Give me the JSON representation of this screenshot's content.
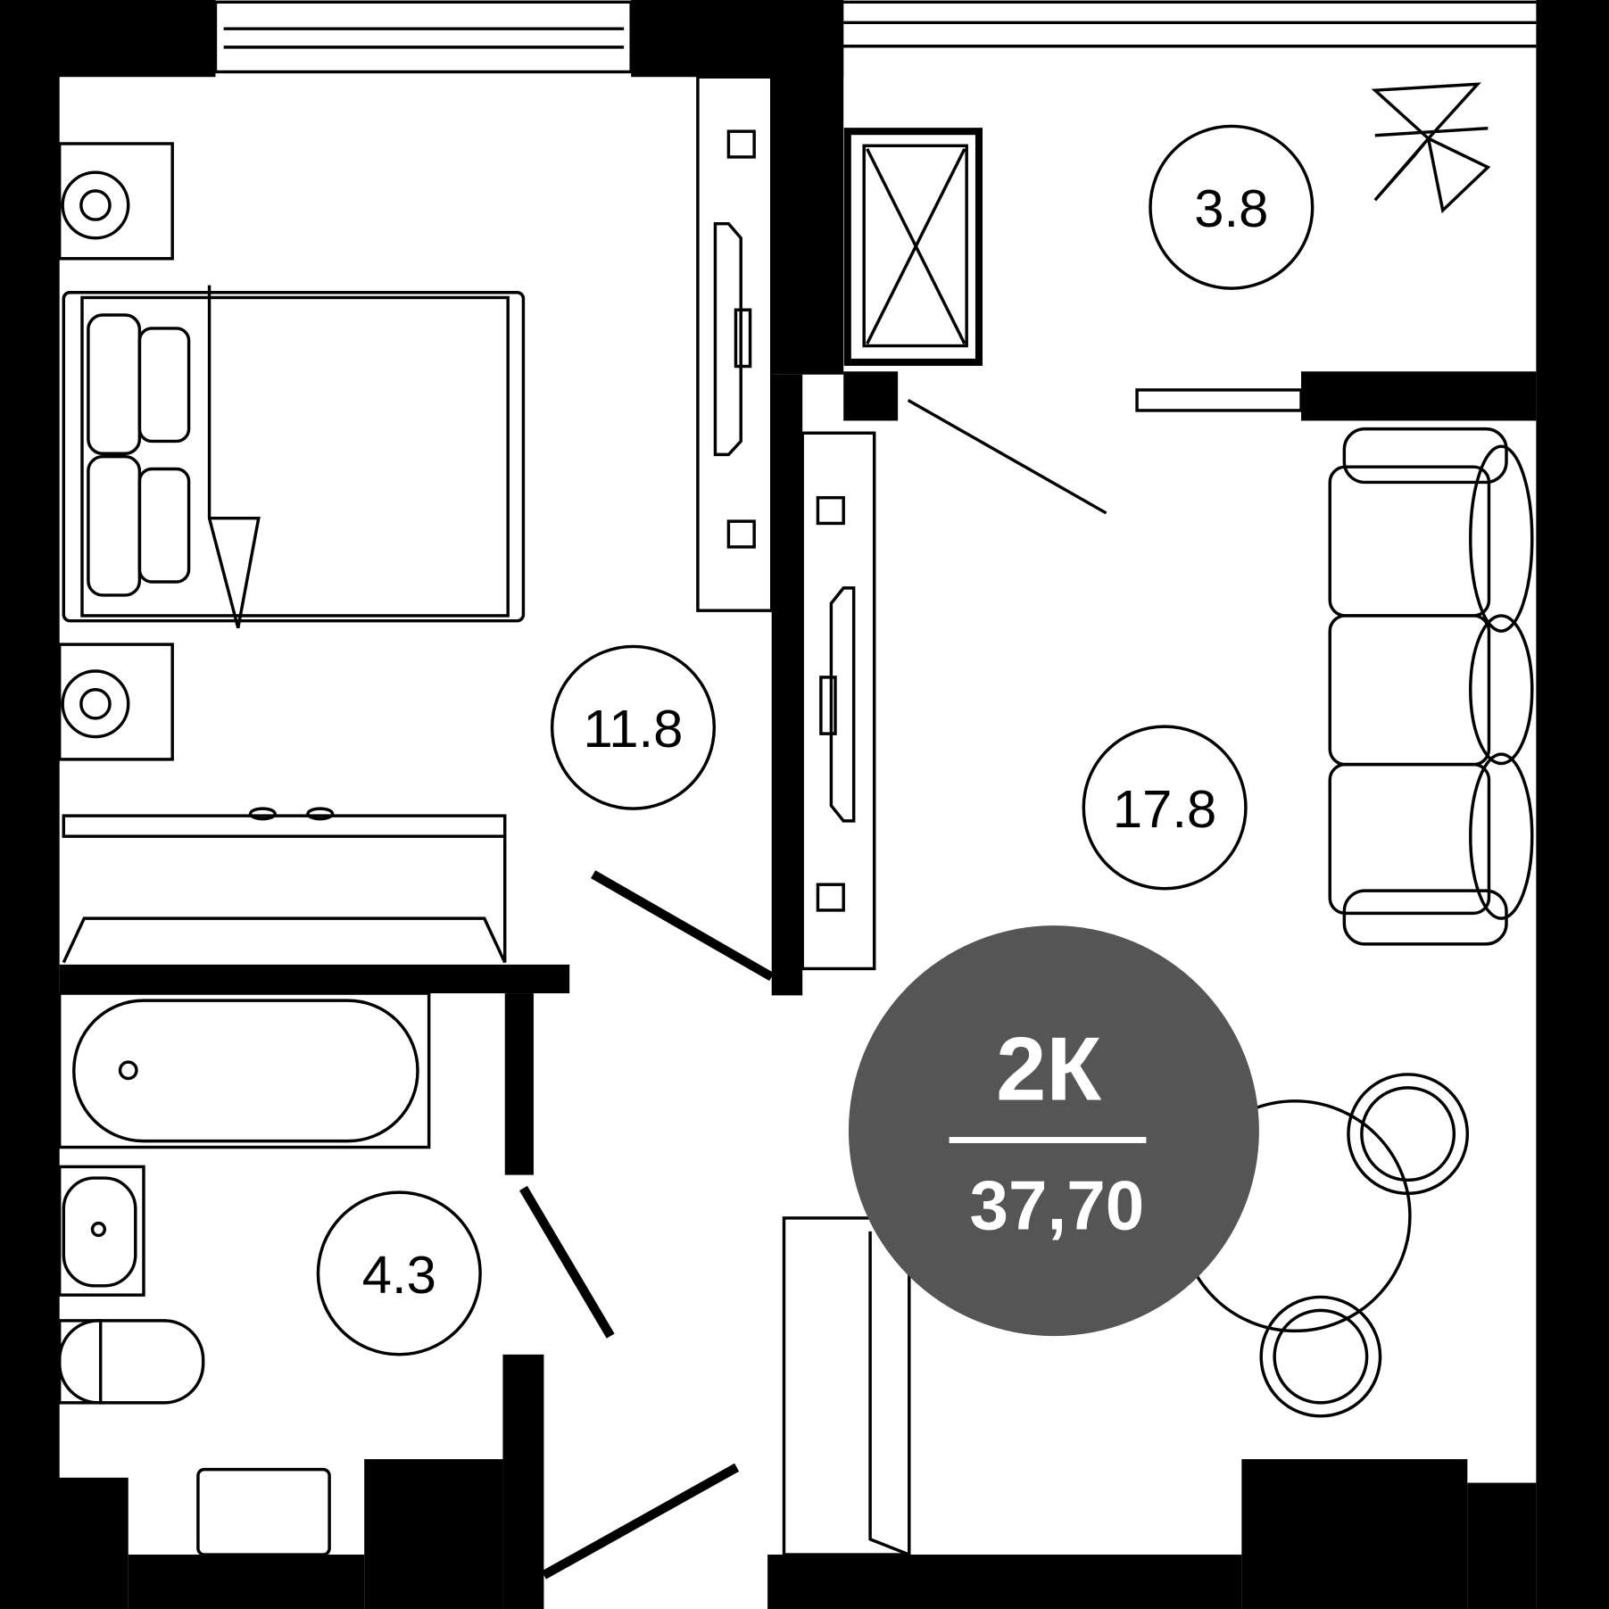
{
  "rooms": [
    {
      "name": "bedroom",
      "area": "11.8"
    },
    {
      "name": "living-room",
      "area": "17.8"
    },
    {
      "name": "balcony",
      "area": "3.8"
    },
    {
      "name": "bathroom",
      "area": "4.3"
    }
  ],
  "badge": {
    "type": "2К",
    "total_area": "37,70",
    "color": "#555555"
  }
}
